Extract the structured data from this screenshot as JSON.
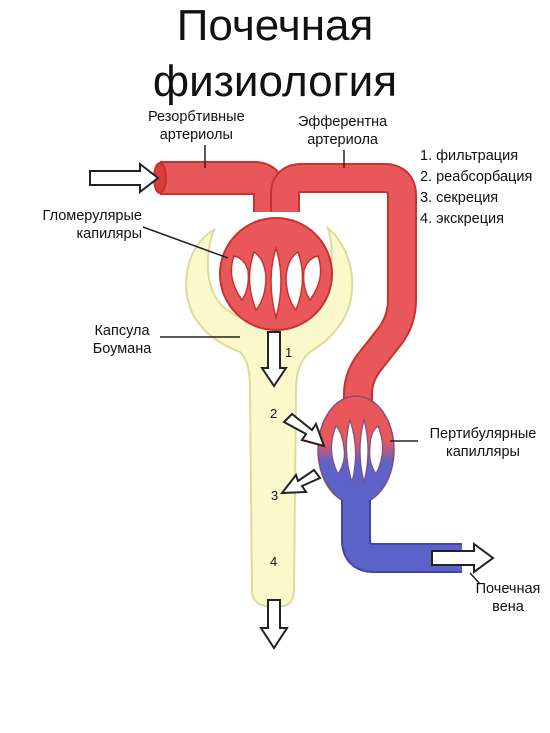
{
  "title": {
    "line1": "Почечная",
    "line2": "физиология"
  },
  "labels": {
    "afferent_line1": "Резорбтивные",
    "afferent_line2": "артериолы",
    "efferent_line1": "Эфферентна",
    "efferent_line2": "артериола",
    "glomerular_line1": "Гломерулярые",
    "glomerular_line2": "капиляры",
    "bowman_line1": "Капсула",
    "bowman_line2": "Боумана",
    "peritubular_line1": "Пертибулярные",
    "peritubular_line2": "капилляры",
    "vein_line1": "Почечная",
    "vein_line2": "вена"
  },
  "legend": [
    "1. фильтрация",
    "2. реабсорбация",
    "3. секреция",
    "4. экскреция"
  ],
  "arrow_numbers": [
    "1",
    "2",
    "3",
    "4"
  ],
  "colors": {
    "artery_red": "#e8585a",
    "artery_red_dark": "#c9312f",
    "vein_blue": "#5b63c9",
    "capsule_yellow": "#fbf8cc",
    "capsule_outline": "#dedb9a"
  }
}
